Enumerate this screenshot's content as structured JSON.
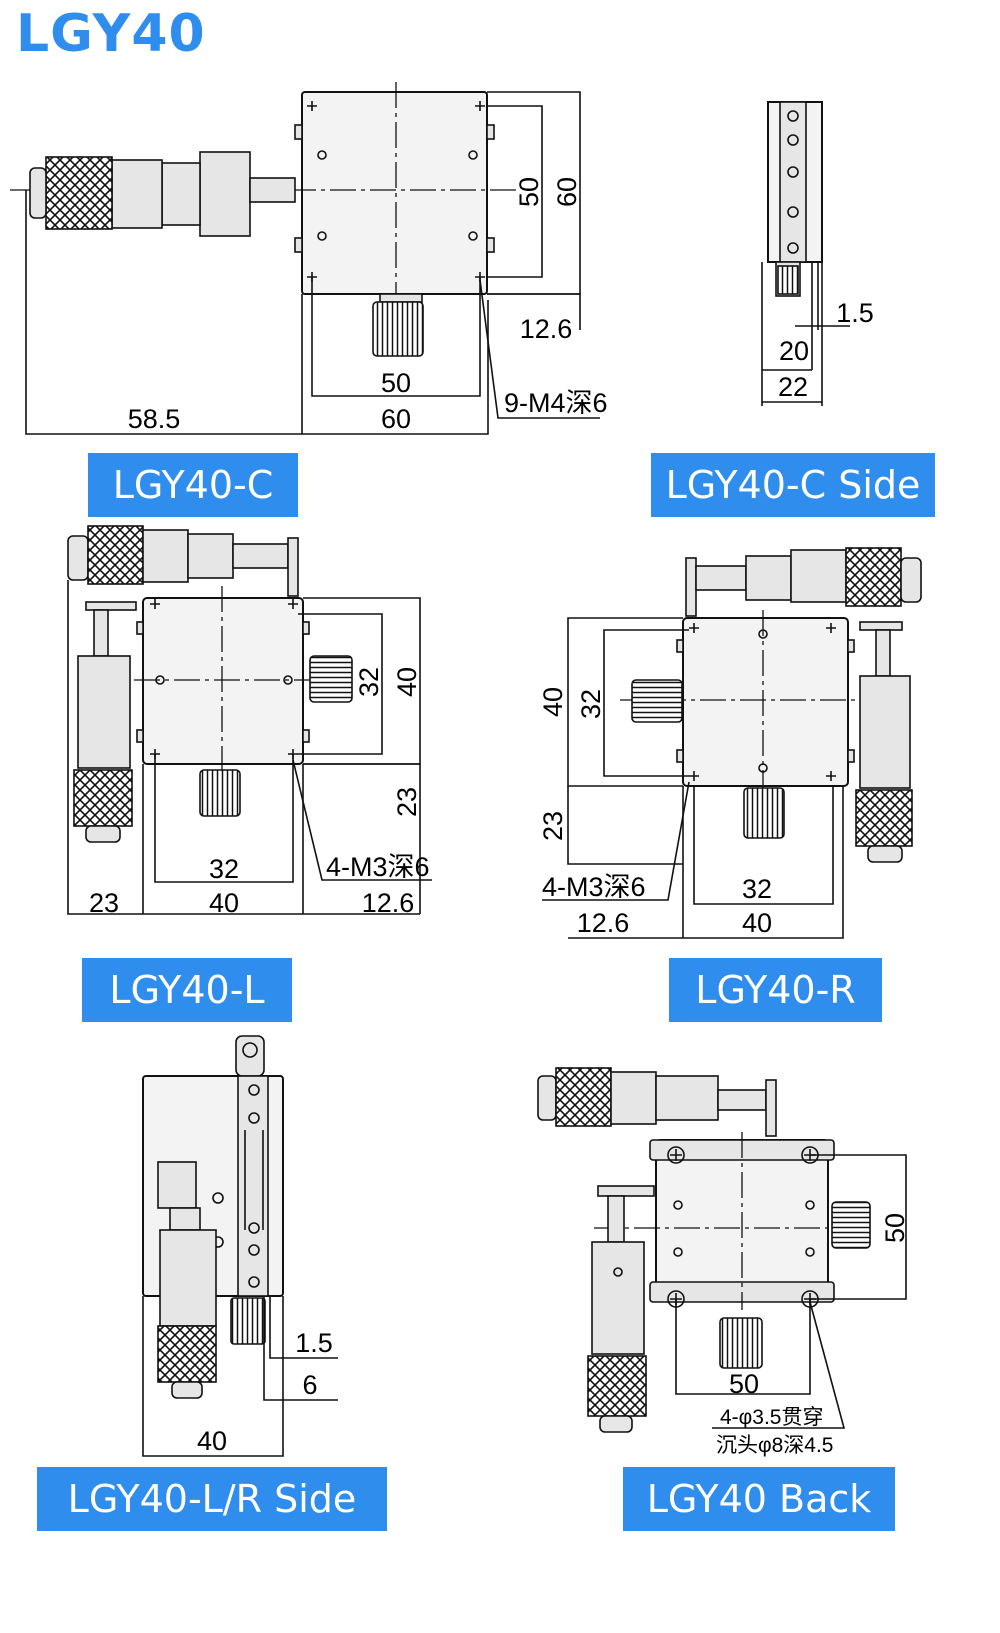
{
  "title": "LGY40",
  "accent_color": "#2f8ded",
  "labels": {
    "c": "LGY40-C",
    "c_side": "LGY40-C Side",
    "l": "LGY40-L",
    "r": "LGY40-R",
    "lr_side": "LGY40-L/R Side",
    "back": "LGY40 Back"
  },
  "dims": {
    "c": {
      "d50": "50",
      "d60": "60",
      "d12_6": "12.6",
      "w50": "50",
      "w60": "60",
      "w58_5": "58.5",
      "holes": "9-M4深6"
    },
    "c_side": {
      "d1_5": "1.5",
      "d20": "20",
      "d22": "22"
    },
    "l": {
      "d32v": "32",
      "d40v": "40",
      "d23v": "23",
      "holes": "4-M3深6",
      "w32": "32",
      "w23": "23",
      "w40": "40",
      "w12_6": "12.6"
    },
    "r": {
      "d40v": "40",
      "d32v": "32",
      "d23v": "23",
      "holes": "4-M3深6",
      "w32": "32",
      "w12_6": "12.6",
      "w40": "40"
    },
    "lr_side": {
      "d1_5": "1.5",
      "d6": "6",
      "w40": "40"
    },
    "back": {
      "d50v": "50",
      "w50": "50",
      "holes1": "4-φ3.5贯穿",
      "holes2": "沉头φ8深4.5"
    }
  }
}
